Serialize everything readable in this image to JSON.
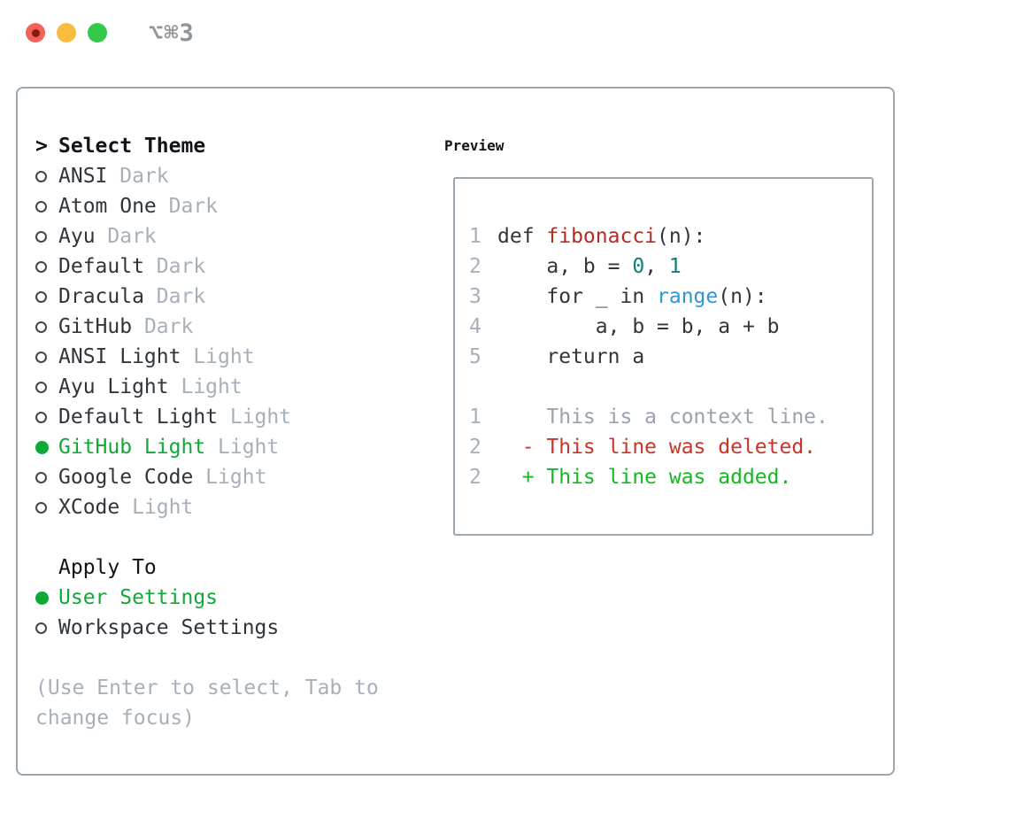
{
  "window": {
    "title": "⌥⌘3",
    "traffic_lights": [
      {
        "name": "close",
        "color": "#f4615a"
      },
      {
        "name": "minimize",
        "color": "#f8bd3f"
      },
      {
        "name": "zoom",
        "color": "#35c94a"
      }
    ]
  },
  "theme_panel": {
    "heading_prefix": ">",
    "heading": "Select Theme",
    "themes": [
      {
        "name": "ANSI",
        "variant": "Dark",
        "selected": false
      },
      {
        "name": "Atom One",
        "variant": "Dark",
        "selected": false
      },
      {
        "name": "Ayu",
        "variant": "Dark",
        "selected": false
      },
      {
        "name": "Default",
        "variant": "Dark",
        "selected": false
      },
      {
        "name": "Dracula",
        "variant": "Dark",
        "selected": false
      },
      {
        "name": "GitHub",
        "variant": "Dark",
        "selected": false
      },
      {
        "name": "ANSI Light",
        "variant": "Light",
        "selected": false
      },
      {
        "name": "Ayu Light",
        "variant": "Light",
        "selected": false
      },
      {
        "name": "Default Light",
        "variant": "Light",
        "selected": false
      },
      {
        "name": "GitHub Light",
        "variant": "Light",
        "selected": true
      },
      {
        "name": "Google Code",
        "variant": "Light",
        "selected": false
      },
      {
        "name": "XCode",
        "variant": "Light",
        "selected": false
      }
    ],
    "apply_heading": "Apply To",
    "apply_options": [
      {
        "label": "User Settings",
        "selected": true
      },
      {
        "label": "Workspace Settings",
        "selected": false
      }
    ],
    "hint": "(Use Enter to select, Tab to change focus)"
  },
  "preview": {
    "heading": "Preview",
    "code_lines": [
      {
        "num": "1",
        "tokens": [
          {
            "text": "def ",
            "style": "plain"
          },
          {
            "text": "fibonacci",
            "style": "function"
          },
          {
            "text": "(n):",
            "style": "plain"
          }
        ]
      },
      {
        "num": "2",
        "tokens": [
          {
            "text": "    a, b = ",
            "style": "plain"
          },
          {
            "text": "0",
            "style": "number"
          },
          {
            "text": ", ",
            "style": "plain"
          },
          {
            "text": "1",
            "style": "number"
          }
        ]
      },
      {
        "num": "3",
        "tokens": [
          {
            "text": "    for _ in ",
            "style": "plain"
          },
          {
            "text": "range",
            "style": "builtin"
          },
          {
            "text": "(n):",
            "style": "plain"
          }
        ]
      },
      {
        "num": "4",
        "tokens": [
          {
            "text": "        a, b = b, a + b",
            "style": "plain"
          }
        ]
      },
      {
        "num": "5",
        "tokens": [
          {
            "text": "    return a",
            "style": "plain"
          }
        ]
      }
    ],
    "diff_lines": [
      {
        "num": "1",
        "text": "    This is a context line.",
        "kind": "context"
      },
      {
        "num": "2",
        "text": "  - This line was deleted.",
        "kind": "deleted"
      },
      {
        "num": "2",
        "text": "  + This line was added.",
        "kind": "added"
      }
    ]
  },
  "colors": {
    "selected_green": "#12a837",
    "function_red": "#b22d22",
    "number_teal": "#0d7e78",
    "builtin_blue": "#2a98d4",
    "diff_deleted_red": "#cb3428",
    "diff_added_green": "#15b824",
    "muted_gray": "#a7b0ba",
    "text_dark": "#30363c",
    "border_gray": "#9ca6ae"
  }
}
